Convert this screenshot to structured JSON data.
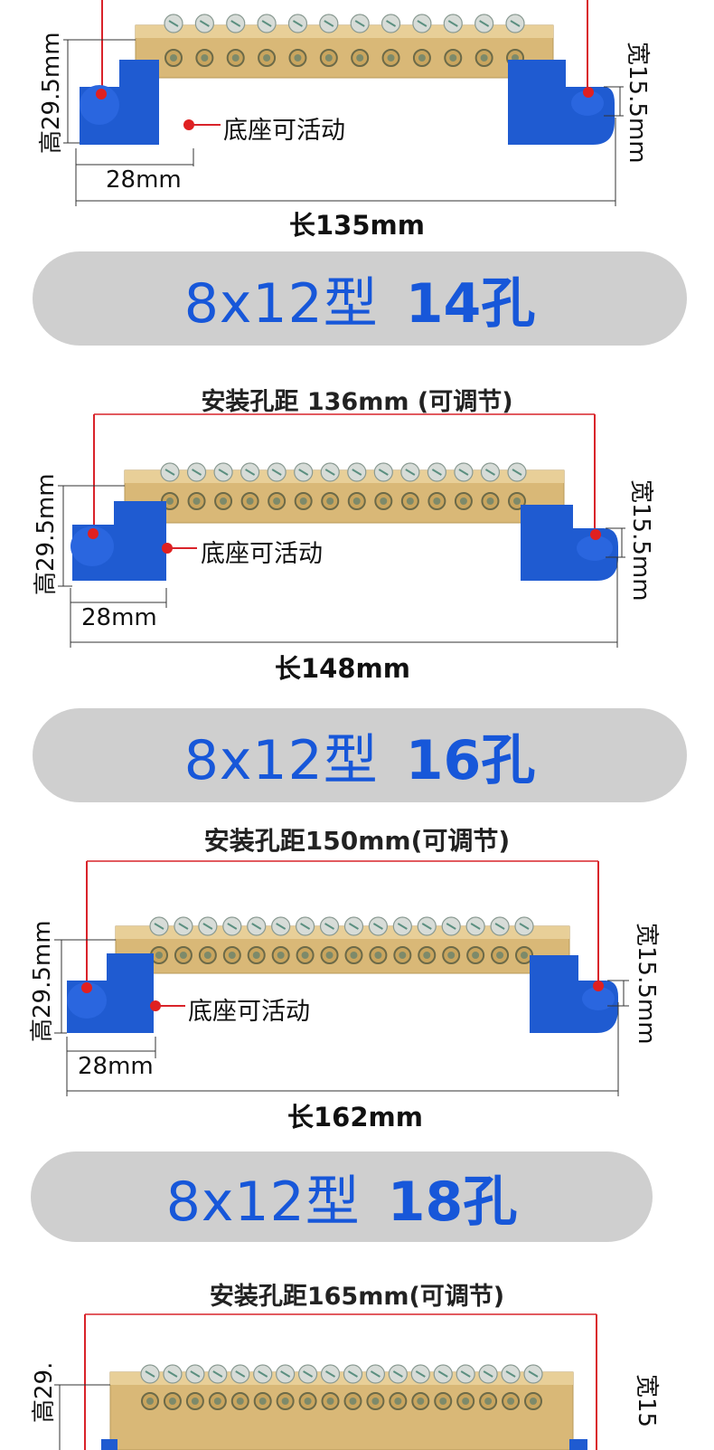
{
  "colors": {
    "accent_blue": "#1757d9",
    "pill_bg": "#cfcfcf",
    "brass": "#d9b877",
    "base_blue": "#1f5bd1",
    "dimension_red": "#d9232a"
  },
  "products": [
    {
      "install_caption": "",
      "height_label": "高29.5mm",
      "width_label": "宽15.5mm",
      "base_width_label": "28mm",
      "length_label": "长135mm",
      "movable_label": "底座可活动",
      "screws": 12
    },
    {
      "install_caption": "安装孔距  136mm (可调节)",
      "height_label": "高29.5mm",
      "width_label": "宽15.5mm",
      "base_width_label": "28mm",
      "length_label": "长148mm",
      "movable_label": "底座可活动",
      "screws": 14
    },
    {
      "install_caption": "安装孔距150mm(可调节)",
      "height_label": "高29.5mm",
      "width_label": "宽15.5mm",
      "base_width_label": "28mm",
      "length_label": "长162mm",
      "movable_label": "底座可活动",
      "screws": 16
    },
    {
      "install_caption": "安装孔距165mm(可调节)",
      "height_label": "高29.",
      "width_label": "宽15",
      "screws": 18
    }
  ],
  "pills": [
    {
      "model": "8x12型",
      "holes": "14孔"
    },
    {
      "model": "8x12型",
      "holes": "16孔"
    },
    {
      "model": "8x12型",
      "holes": "18孔"
    }
  ]
}
